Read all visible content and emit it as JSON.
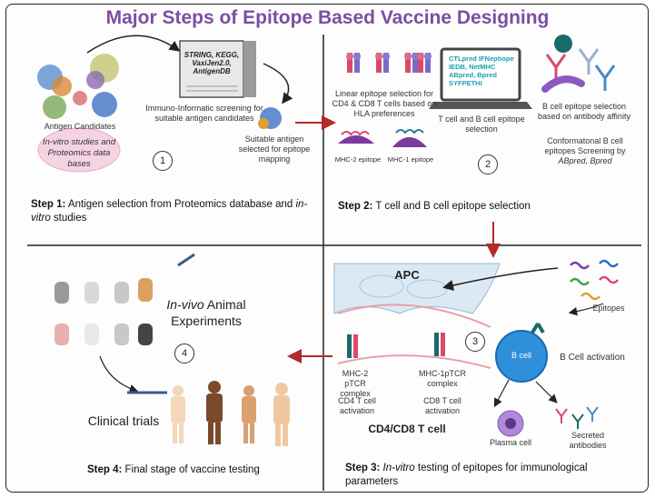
{
  "title": "Major Steps of Epitope Based Vaccine Designing",
  "step1": {
    "antigen_candidates": "Antigen Candidates",
    "invitro": "In-vitro studies and Proteomics data bases",
    "tools": "STRING, KEGG, VaxiJen2.0, AntigenDB",
    "screening": "Immuno-Informatic screening for suitable antigen candidates",
    "suitable": "Suitable antigen selected  for epitope mapping",
    "number": "1",
    "label_bold": "Step 1:",
    "label": " Antigen selection from Proteomics database and ",
    "label_italic": "in-vitro",
    "label_end": " studies"
  },
  "step2": {
    "linear": "Linear epitope selection for CD4 & CD8 T cells based on HLA preferences",
    "screen_tools": "CTLpred IFNeptiope IEDB, NetMHC ABpred, Bpred SYFPETHI",
    "tb_select": "T cell and B cell epitope selection",
    "bcell_select": "B cell epitope selection based on antibody affinity",
    "conform": "Conformatonal B cell epitopes Screening by",
    "conform_tools": "ABpred, Bpred",
    "mhc2": "MHC-2 epitope",
    "mhc1": "MHC-1 epitope",
    "number": "2",
    "label_bold": "Step 2:",
    "label": " T cell and B cell epitope selection"
  },
  "step3": {
    "apc": "APC",
    "epitopes": "Epitopes",
    "bcell": "B cell",
    "bcell_activation": "B Cell activation",
    "mhc2_tcr": "MHC-2 pTCR complex",
    "mhc1_tcr": "MHC-1pTCR complex",
    "cd4_act": "CD4 T cell activation",
    "cd8_act": "CD8 T cell activation",
    "cd4cd8": "CD4/CD8 T cell",
    "plasma": "Plasma cell",
    "secreted": "Secreted antibodies",
    "number": "3",
    "label_bold": "Step 3:",
    "label_italic": " In-vitro",
    "label": " testing of epitopes for immunological parameters"
  },
  "step4": {
    "invivo_italic": "In-vivo",
    "invivo": " Animal Experiments",
    "clinical": "Clinical trials",
    "number": "4",
    "label_bold": "Step 4:",
    "label": " Final stage of vaccine testing"
  },
  "colors": {
    "title": "#7b4ea3",
    "arrow_red": "#b22a2a",
    "bcell_blue": "#2f8fd8",
    "screen_teal": "#1aa0b0",
    "invitro_bg": "#f6d3e3"
  }
}
